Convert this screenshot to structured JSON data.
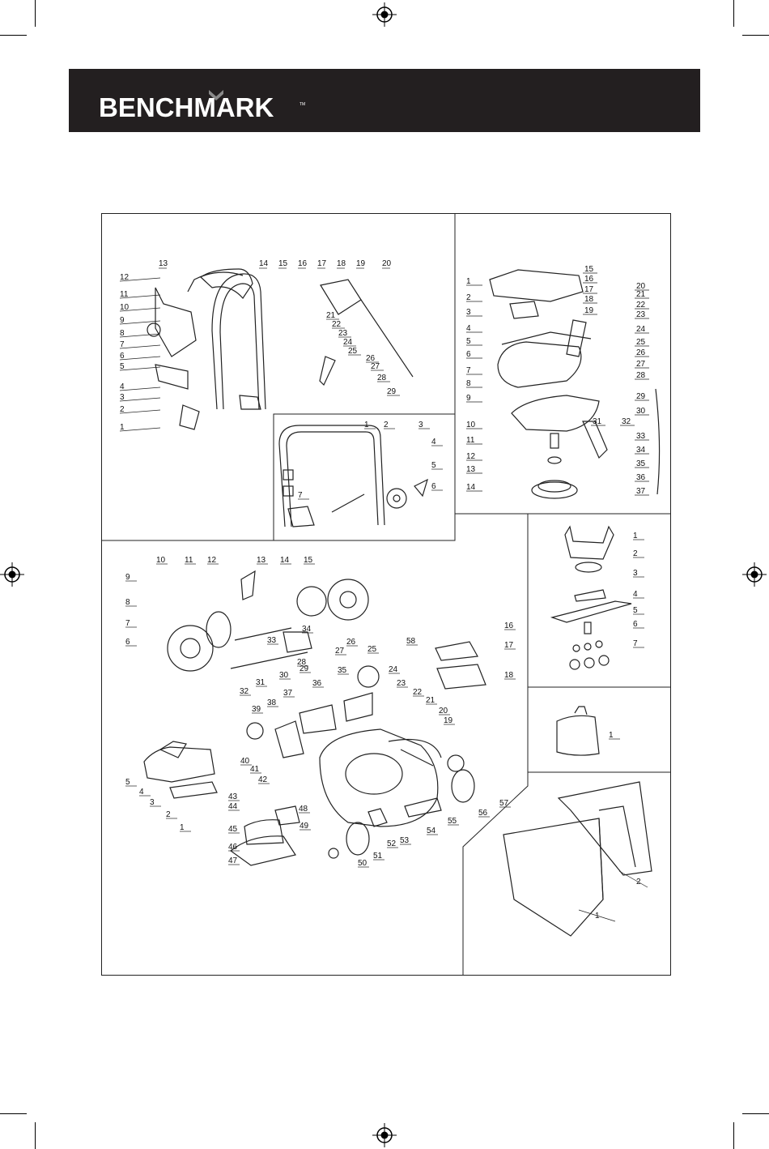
{
  "brand": {
    "name": "BENCHMARK",
    "tm": "TM"
  },
  "icons": [
    "registration-mark-icon",
    "crop-mark-icon"
  ],
  "colors": {
    "banner": "#231f20",
    "logo": "#ffffff",
    "line": "#222222"
  },
  "panels": {
    "handle_exploded": {
      "labels": [
        "1",
        "2",
        "3",
        "4",
        "5",
        "6",
        "7",
        "8",
        "9",
        "10",
        "11",
        "12",
        "13",
        "14",
        "15",
        "16",
        "17",
        "18",
        "19",
        "20",
        "21",
        "22",
        "23",
        "24",
        "25",
        "26",
        "27",
        "28",
        "29"
      ]
    },
    "handle_folded": {
      "labels": [
        "1",
        "2",
        "3",
        "4",
        "5",
        "6",
        "7"
      ]
    },
    "motor_housing": {
      "labels": [
        "1",
        "2",
        "3",
        "4",
        "5",
        "6",
        "7",
        "8",
        "9",
        "10",
        "11",
        "12",
        "13",
        "14",
        "15",
        "16",
        "17",
        "18",
        "19",
        "20",
        "21",
        "22",
        "23",
        "24",
        "25",
        "26",
        "27",
        "28",
        "29",
        "30",
        "31",
        "32",
        "33",
        "34",
        "35",
        "36",
        "37"
      ]
    },
    "blade_assembly": {
      "labels": [
        "1",
        "2",
        "3",
        "4",
        "5",
        "6",
        "7"
      ]
    },
    "mulch_plug": {
      "labels": [
        "1"
      ]
    },
    "deck_exploded": {
      "labels": [
        "1",
        "2",
        "3",
        "4",
        "5",
        "6",
        "7",
        "8",
        "9",
        "10",
        "11",
        "12",
        "13",
        "14",
        "15",
        "16",
        "17",
        "18",
        "19",
        "20",
        "21",
        "22",
        "23",
        "24",
        "25",
        "26",
        "27",
        "28",
        "29",
        "30",
        "31",
        "32",
        "33",
        "34",
        "35",
        "36",
        "37",
        "38",
        "39",
        "40",
        "41",
        "42",
        "43",
        "44",
        "45",
        "46",
        "47",
        "48",
        "49",
        "50",
        "51",
        "52",
        "53",
        "54",
        "55",
        "56",
        "57",
        "58"
      ]
    },
    "grass_bag": {
      "labels": [
        "1",
        "2"
      ]
    }
  }
}
